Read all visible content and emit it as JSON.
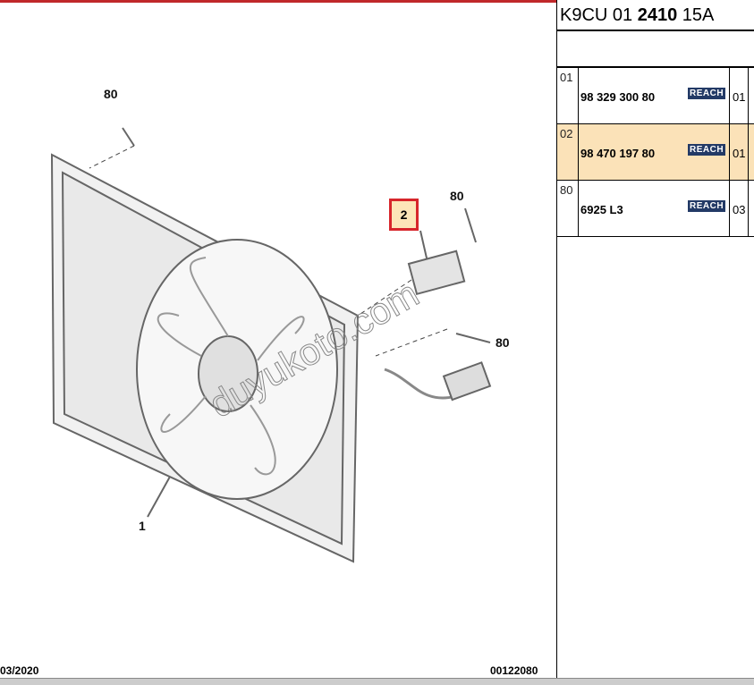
{
  "diagram": {
    "labels": {
      "screw_top": "80",
      "screw_right_top": "80",
      "screw_right_mid": "80",
      "callout": "2",
      "frame": "1"
    },
    "watermark": "duyukoto.com",
    "footer_date": "03/2020",
    "footer_ref": "00122080"
  },
  "panel": {
    "title_prefix": "K9CU 01 ",
    "title_bold": "2410",
    "title_suffix": " 15A",
    "rows": [
      {
        "num": "01",
        "ref": "98 329 300 80",
        "badge": "REACH",
        "qty": "01"
      },
      {
        "num": "02",
        "ref": "98 470 197 80",
        "badge": "REACH",
        "qty": "01"
      },
      {
        "num": "80",
        "ref": "6925 L3",
        "badge": "REACH",
        "qty": "03"
      }
    ]
  },
  "colors": {
    "highlight": "#fbe2b8",
    "badge": "#233a66",
    "callout_border": "#d7262b"
  }
}
